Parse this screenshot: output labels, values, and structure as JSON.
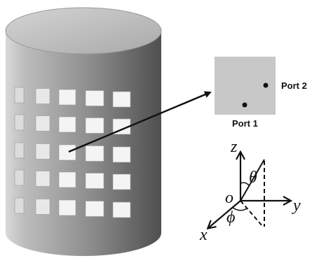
{
  "inset": {
    "port1_label": "Port 1",
    "port2_label": "Port 2"
  },
  "axes": {
    "z": "z",
    "y": "y",
    "x": "x",
    "origin": "o",
    "theta": "θ",
    "phi": "ϕ"
  },
  "array": {
    "rows": 5,
    "columns": 5
  },
  "colors": {
    "cylinder_light": "#b5b5b5",
    "cylinder_dark": "#5a5a5a",
    "cylinder_top": "#c9c9c9",
    "patch": "#f4f4f4",
    "inset_fill": "#c8c8c8",
    "line": "#111111"
  }
}
